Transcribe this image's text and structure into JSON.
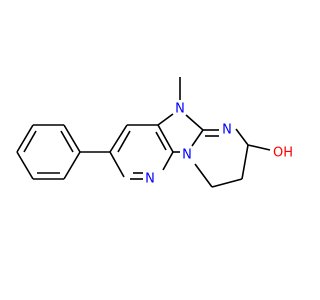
{
  "molecule": {
    "atoms": [
      {
        "id": "n_pyr",
        "label": "N",
        "color": "#0000ff"
      },
      {
        "id": "n_methyl",
        "label": "N",
        "color": "#0000ff"
      },
      {
        "id": "n_imine",
        "label": "N",
        "color": "#0000ff"
      },
      {
        "id": "n_bridge",
        "label": "N",
        "color": "#0000ff"
      },
      {
        "id": "oh",
        "label": "OH",
        "color": "#ff0000"
      }
    ],
    "colors": {
      "bond": "#000000",
      "nitrogen": "#0000ff",
      "oxygen": "#ff0000",
      "background": "#ffffff"
    }
  }
}
